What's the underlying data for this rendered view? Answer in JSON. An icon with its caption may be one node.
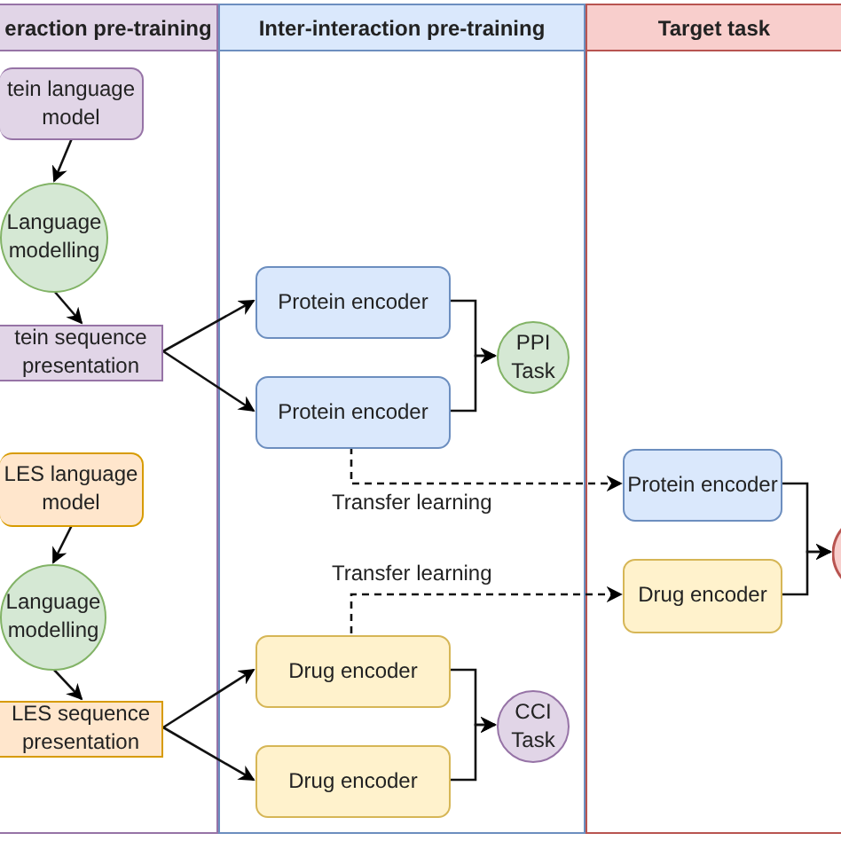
{
  "diagram": {
    "nodes": [
      {
        "text": [
          "eraction pre-training"
        ]
      },
      {
        "text": [
          "Inter-interaction pre-training"
        ]
      },
      {
        "text": [
          "Target task"
        ]
      },
      {
        "text": [
          "tein language model"
        ],
        "in": 0
      },
      {
        "text": [
          "Language modelling"
        ],
        "in": 0
      },
      {
        "text": [
          "tein sequence presentation"
        ],
        "in": 0
      },
      {
        "text": [
          "LES language model"
        ],
        "in": 0
      },
      {
        "text": [
          "Language modelling"
        ],
        "in": 0
      },
      {
        "text": [
          "LES sequence presentation"
        ],
        "in": 0
      },
      {
        "text": [
          "Protein encoder"
        ],
        "in": 1
      },
      {
        "text": [
          "Protein encoder"
        ],
        "in": 1
      },
      {
        "text": [
          "PPI Task"
        ],
        "in": 1
      },
      {
        "text": [
          "Drug encoder"
        ],
        "in": 1
      },
      {
        "text": [
          "Drug encoder"
        ],
        "in": 1
      },
      {
        "text": [
          "CCI Task"
        ],
        "in": 1
      },
      {
        "text": [
          "Protein encoder"
        ],
        "in": 2
      },
      {
        "text": [
          "Drug encoder"
        ],
        "in": 2
      },
      {
        "text": [],
        "shape": "circle",
        "in": 2
      }
    ],
    "edges": [
      {
        "from": 3,
        "to": 4,
        "arrow": "to"
      },
      {
        "from": 4,
        "to": 5,
        "arrow": "to"
      },
      {
        "from": 5,
        "to": 9,
        "arrow": "to"
      },
      {
        "from": 5,
        "to": 10,
        "arrow": "to"
      },
      {
        "from": 9,
        "to": 11,
        "arrow": "to"
      },
      {
        "from": 10,
        "to": 11,
        "arrow": "to"
      },
      {
        "from": 6,
        "to": 7,
        "arrow": "to"
      },
      {
        "from": 7,
        "to": 8,
        "arrow": "to"
      },
      {
        "from": 8,
        "to": 12,
        "arrow": "to"
      },
      {
        "from": 8,
        "to": 13,
        "arrow": "to"
      },
      {
        "from": 12,
        "to": 14,
        "arrow": "to"
      },
      {
        "from": 13,
        "to": 14,
        "arrow": "to"
      },
      {
        "from": 10,
        "to": 15,
        "arrow": "to",
        "label": "Transfer learning",
        "style": "dashed"
      },
      {
        "from": 12,
        "to": 16,
        "arrow": "to",
        "label": "Transfer learning",
        "style": "dashed"
      },
      {
        "from": 15,
        "to": 17,
        "arrow": "to"
      },
      {
        "from": 16,
        "to": 17,
        "arrow": "to"
      }
    ]
  }
}
